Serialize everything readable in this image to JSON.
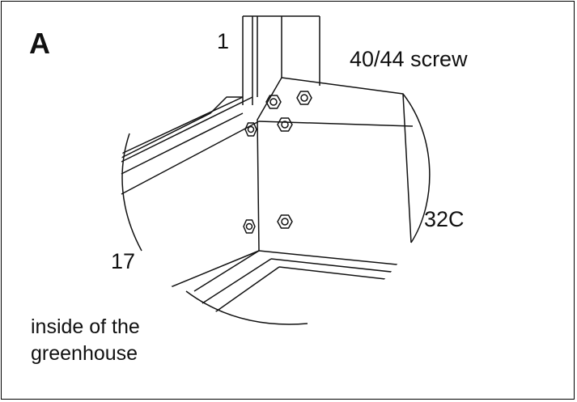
{
  "panel": {
    "letter": "A"
  },
  "labels": {
    "part_1": "1",
    "screw": "40/44 screw",
    "part_32c": "32C",
    "part_17": "17",
    "inside_line1": "inside of the",
    "inside_line2": "greenhouse"
  },
  "colors": {
    "line": "#111111",
    "background": "#ffffff"
  }
}
